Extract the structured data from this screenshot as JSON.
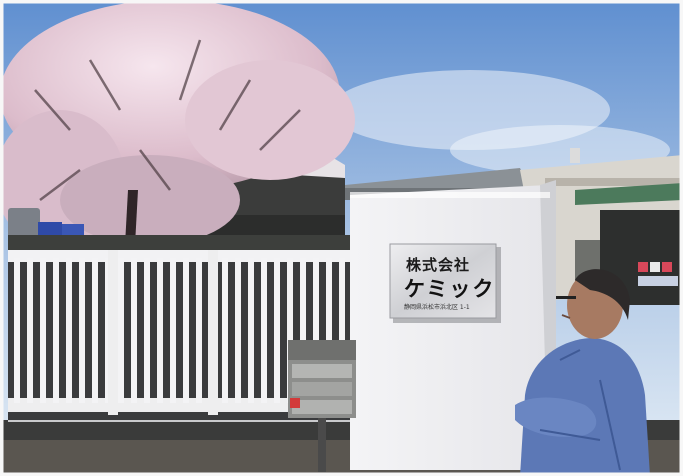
{
  "photo": {
    "sign": {
      "line1": "株式会社",
      "line2": "ケミック",
      "line3": "静岡県浜松市浜北区 1-1"
    }
  },
  "colors": {
    "sky_top": "#5f8fd0",
    "sky_bottom": "#e5eef6",
    "blossom": "#e9cdd8",
    "wall": "#f1f1f3",
    "sign_plate": "#d9d9dc",
    "shirt": "#5c78b6",
    "ground": "#3a3b3a"
  },
  "icons": [
    "cherry-tree",
    "mailbox",
    "person-silhouette"
  ]
}
